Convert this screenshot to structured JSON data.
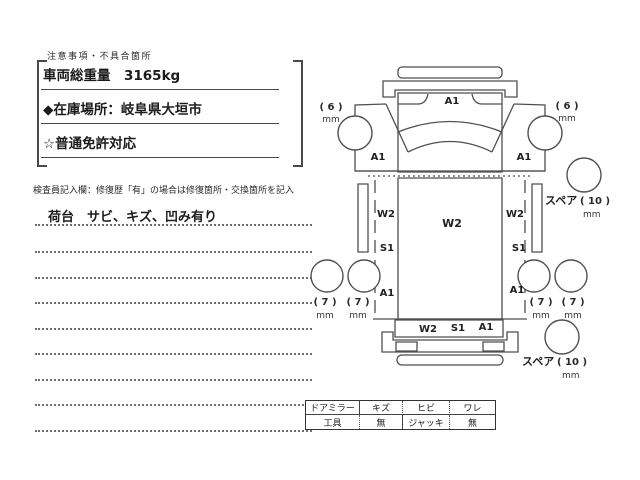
{
  "notes_box": {
    "header": "注意事項・不具合箇所",
    "line1": "車両総重量　3165kg",
    "line2": "◆在庫場所：岐阜県大垣市",
    "line3": "☆普通免許対応"
  },
  "inspector": {
    "instruction": "検査員記入欄：修復歴「有」の場合は修復箇所・交換箇所を記入",
    "note": "荷台　サビ、キズ、凹み有り"
  },
  "equipment_table": {
    "r1c1": "ドアミラー",
    "r1c2": "キズ",
    "r1c3": "ヒビ",
    "r1c4": "ワレ",
    "r2c1": "工具",
    "r2c2": "無",
    "r2c3": "ジャッキ",
    "r2c4": "無"
  },
  "diagram": {
    "codes": {
      "cab_front": "A1",
      "fender_left": "A1",
      "fender_right": "A1",
      "rail_left_top": "W2",
      "rail_left_mid": "S1",
      "rail_left_bottom": "A1",
      "bed_center": "W2",
      "rail_right_top": "W2",
      "rail_right_mid": "S1",
      "rail_right_bottom": "A1",
      "tailgate_left": "W2",
      "tailgate_mid": "S1",
      "tailgate_right": "A1"
    },
    "treads": {
      "front_left": "( 6 )",
      "front_right": "( 6 )",
      "rear_outer_left": "( 7 )",
      "rear_inner_left": "( 7 )",
      "rear_inner_right": "( 7 )",
      "rear_outer_right": "( 7 )",
      "unit": "mm"
    },
    "spare": {
      "label": "スペア",
      "top_value": "( 10 )",
      "bottom_value": "( 10 )",
      "unit": "mm"
    }
  }
}
